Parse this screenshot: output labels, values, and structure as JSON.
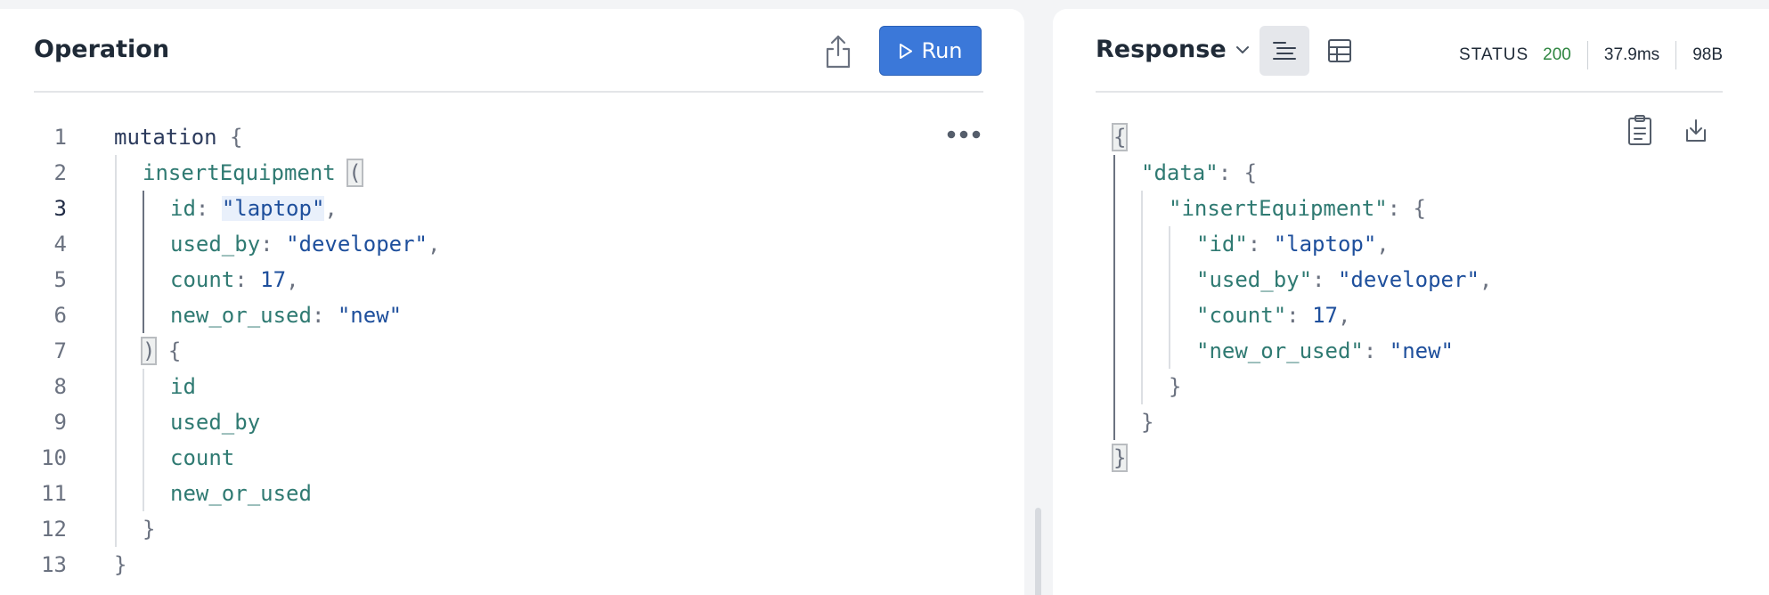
{
  "operation": {
    "title": "Operation",
    "run_label": "Run",
    "line_numbers": [
      "1",
      "2",
      "3",
      "4",
      "5",
      "6",
      "7",
      "8",
      "9",
      "10",
      "11",
      "12",
      "13"
    ],
    "code": {
      "mutation": "mutation",
      "insertEquipment": "insertEquipment",
      "id_key": "id",
      "id_val": "\"laptop\"",
      "used_by_key": "used_by",
      "used_by_val": "\"developer\"",
      "count_key": "count",
      "count_val": "17",
      "new_or_used_key": "new_or_used",
      "new_or_used_val": "\"new\"",
      "field_id": "id",
      "field_used_by": "used_by",
      "field_count": "count",
      "field_new_or_used": "new_or_used"
    }
  },
  "response": {
    "title": "Response",
    "status_label": "STATUS",
    "status_code": "200",
    "time": "37.9ms",
    "size": "98B",
    "json": {
      "data_key": "\"data\"",
      "insert_key": "\"insertEquipment\"",
      "id_key": "\"id\"",
      "id_val": "\"laptop\"",
      "used_by_key": "\"used_by\"",
      "used_by_val": "\"developer\"",
      "count_key": "\"count\"",
      "count_val": "17",
      "new_or_used_key": "\"new_or_used\"",
      "new_or_used_val": "\"new\""
    }
  },
  "colors": {
    "run_button": "#3b78d9",
    "status_ok": "#2e8540",
    "keyword": "#2b3a5c",
    "field": "#2f7a72",
    "string": "#1e4f9c"
  }
}
